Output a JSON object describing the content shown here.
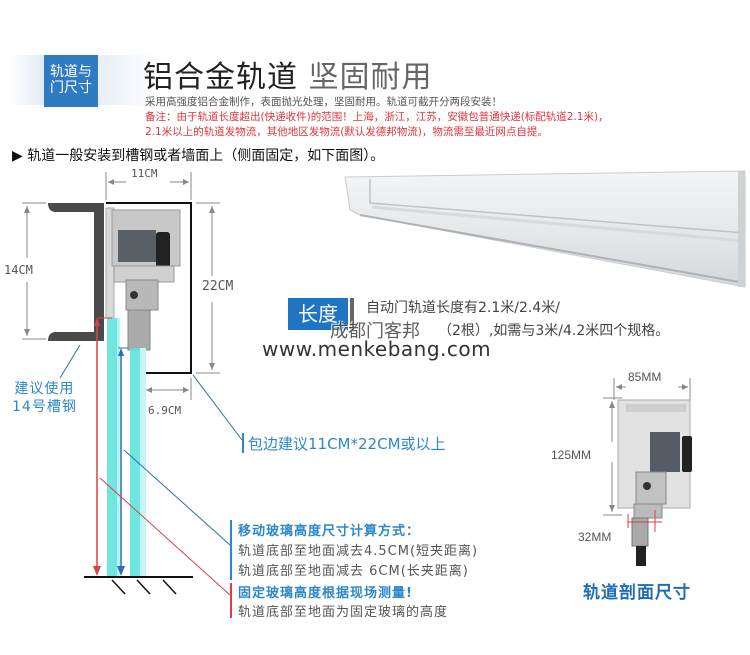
{
  "header": {
    "badge_line1": "轨道与",
    "badge_line2": "门尺寸",
    "title_main": "铝合金轨道",
    "title_sub": "坚固耐用",
    "description": "采用高强度铝合金制作，表面抛光处理，坚固耐用。轨道可截开分两段安装！",
    "note_line1": "备注：由于轨道长度超出(快递收件)的范围！上海，浙江，江苏，安徽包普通快递(标配轨道2.1米)，",
    "note_line2": "2.1米以上的轨道发物流，其他地区发物流(默认发德邦物流)，物流需至最近网点自提。"
  },
  "install_note": "▶ 轨道一般安装到槽钢或者墙面上（侧面固定，如下面图）。",
  "diagram": {
    "width_label": "11CM",
    "channel_height_label": "14CM",
    "wrap_height_label": "22CM",
    "gap_label": "6.9CM",
    "recommend_line1": "建议使用",
    "recommend_line2": "14号槽钢",
    "wrap_note": "包边建议11CM*22CM或以上",
    "calc_title": "移动玻璃高度尺寸计算方式：",
    "calc_line1": "轨道底部至地面减去4.5CM(短夹距离)",
    "calc_line2": "轨道底部至地面减去 6CM(长夹距离)",
    "fixed_title": "固定玻璃高度根据现场测量!",
    "fixed_line1": "轨道底部至地面为固定玻璃的高度"
  },
  "length": {
    "badge": "长度",
    "text_line1": "自动门轨道长度有2.1米/2.4米/",
    "text_line2": "（2根）,如需与3米/4.2米四个规格。"
  },
  "watermark": {
    "line1": "成都门客邦",
    "line2": "www.menkebang.com"
  },
  "section": {
    "width_label": "85MM",
    "height_label": "125MM",
    "offset_label": "32MM",
    "caption": "轨道剖面尺寸"
  },
  "colors": {
    "accent_blue": "#2f7bc3",
    "note_red": "#e0353b",
    "glass_cyan": "#5fe3dc",
    "callout_blue": "#2d88c9"
  }
}
